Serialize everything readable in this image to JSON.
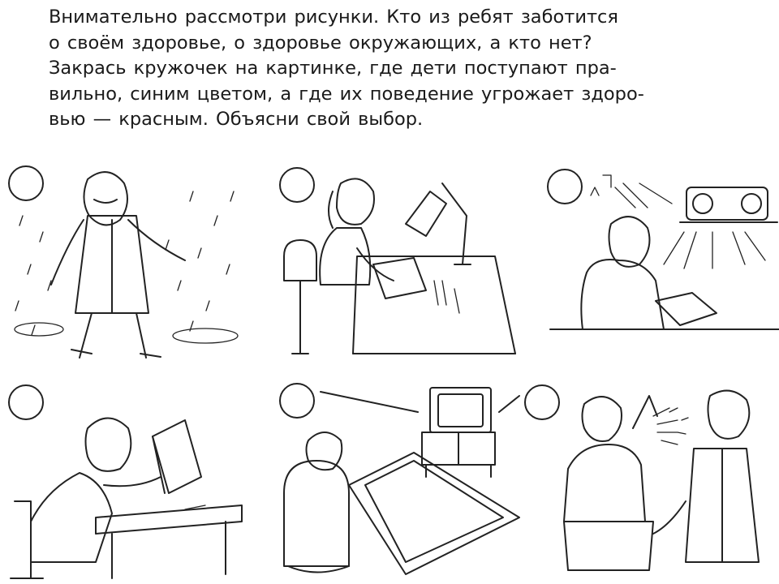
{
  "task": {
    "lines": [
      "Внимательно рассмотри рисунки. Кто из ребят заботится",
      "о своём здоровье, о здоровье окружающих, а кто нет?",
      "Закрась кружочек на картинке, где дети поступают пра-",
      "вильно, синим цветом, а где их поведение угрожает здоро-",
      "вью — красным. Объясни свой выбор."
    ]
  },
  "pictures": [
    {
      "subject": "boy-walking-in-rain"
    },
    {
      "subject": "girl-studying-at-lamp"
    },
    {
      "subject": "boy-studying-with-loud-music"
    },
    {
      "subject": "boy-reading-at-table"
    },
    {
      "subject": "child-watching-tv-close"
    },
    {
      "subject": "girl-sneezing-at-woman"
    }
  ]
}
